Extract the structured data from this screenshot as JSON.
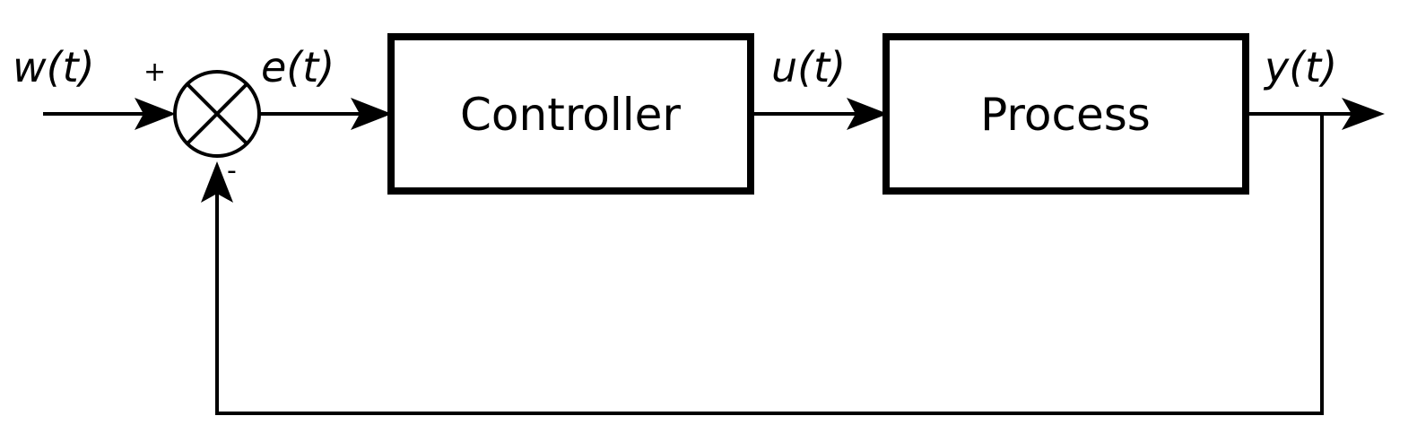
{
  "signals": {
    "reference": "w(t)",
    "error": "e(t)",
    "control": "u(t)",
    "output": "y(t)"
  },
  "blocks": {
    "controller": "Controller",
    "process": "Process"
  },
  "summing_junction": {
    "plus_sign": "+",
    "minus_sign": "-"
  },
  "colors": {
    "stroke": "#000000",
    "background": "#ffffff"
  }
}
